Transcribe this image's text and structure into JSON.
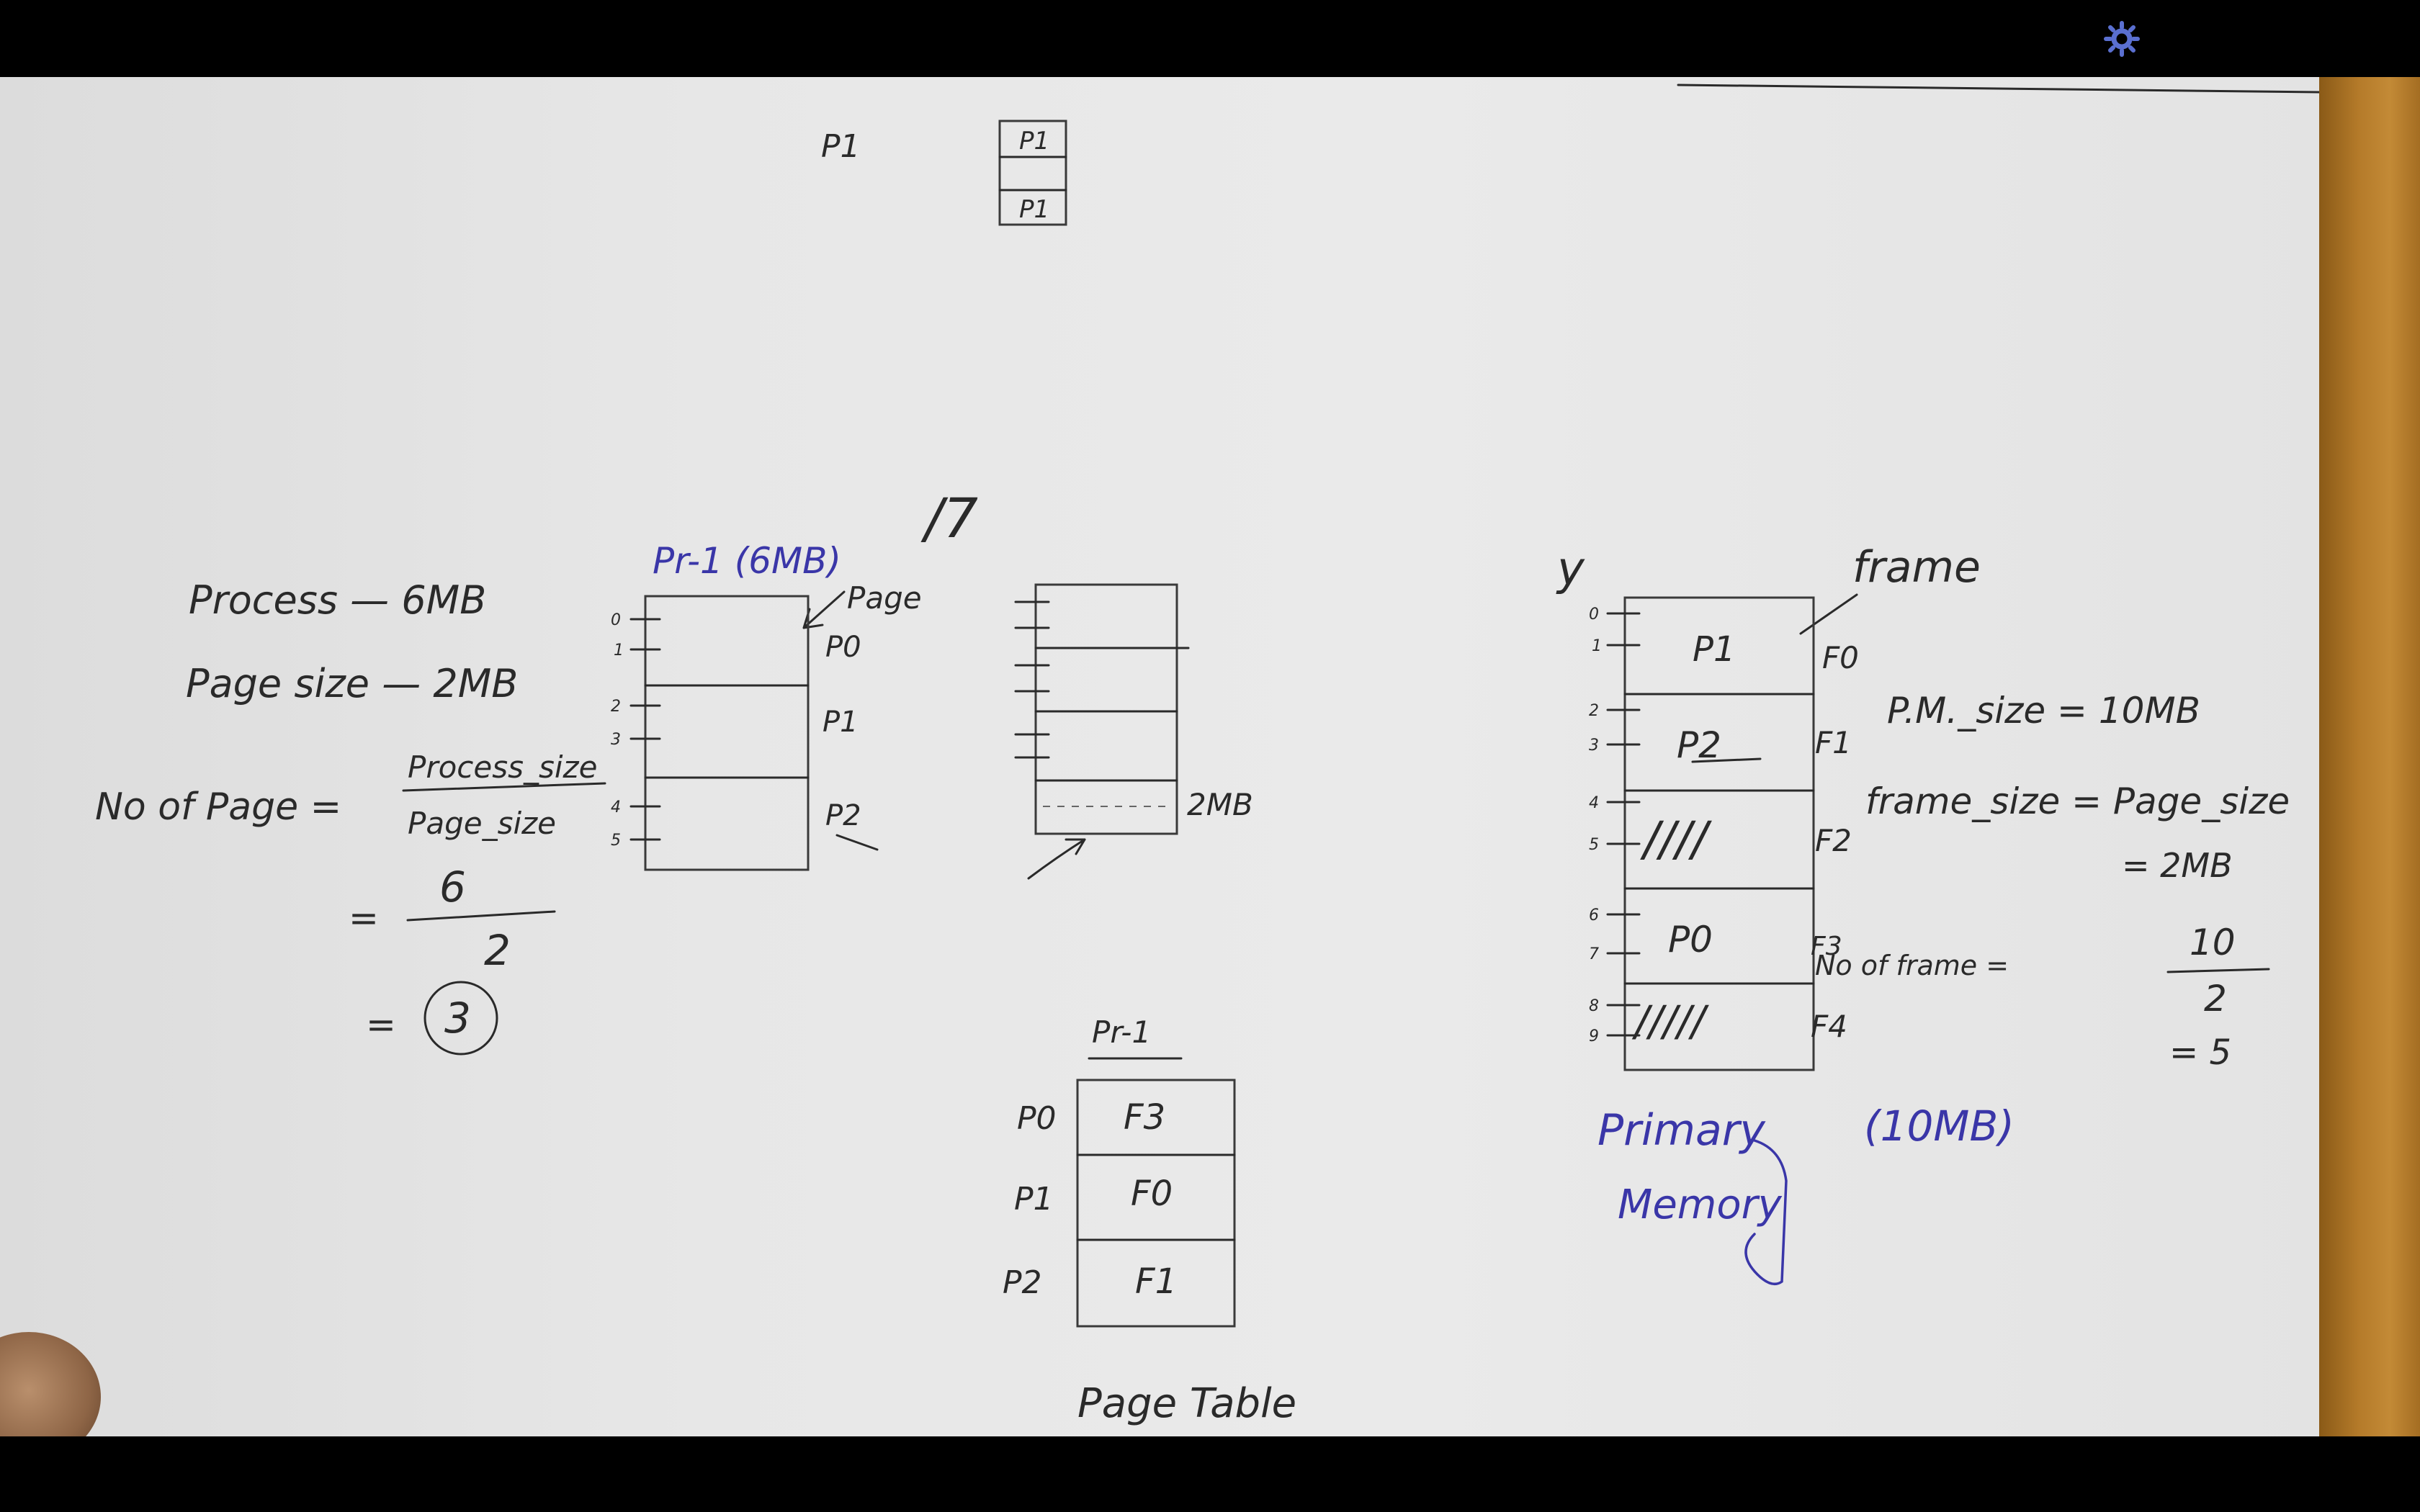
{
  "top": {
    "process_label": "P1",
    "page_block": [
      "P1",
      "P1"
    ]
  },
  "left_calc": {
    "process_line": "Process — 6MB",
    "page_size_line": "Page size — 2MB",
    "no_of_pages_label": "No of Page =",
    "fraction_num": "Process_size",
    "fraction_den": "Page_size",
    "value_num": "6",
    "value_den": "2",
    "eq1": "=",
    "eq2": "=",
    "result": "3"
  },
  "process_diagram": {
    "title": "Pr-1 (6MB)",
    "slash_seven": "/7",
    "page_arrow_label": "Page",
    "pages": [
      "P0",
      "P1",
      "P2"
    ],
    "ticks": [
      "0",
      "1",
      "2",
      "3",
      "4",
      "5"
    ]
  },
  "middle_diagram": {
    "size_label": "2MB"
  },
  "page_table": {
    "title": "Pr-1",
    "rows": [
      {
        "page": "P0",
        "frame": "F3"
      },
      {
        "page": "P1",
        "frame": "F0"
      },
      {
        "page": "P2",
        "frame": "F1"
      }
    ],
    "caption": "Page Table"
  },
  "memory": {
    "y_mark": "y",
    "frame_label": "frame",
    "frames": [
      {
        "content": "P1",
        "label": "F0"
      },
      {
        "content": "P2",
        "label": "F1"
      },
      {
        "content": "////",
        "label": "F2"
      },
      {
        "content": "P0",
        "label": "F3"
      },
      {
        "content": "/////",
        "label": "F4"
      }
    ],
    "ticks": [
      "0",
      "1",
      "2",
      "3",
      "4",
      "5",
      "6",
      "7",
      "8",
      "9"
    ],
    "caption_line1": "Primary",
    "caption_line2": "Memory",
    "caption_size": "(10MB)"
  },
  "right_calc": {
    "pm_size": "P.M._size = 10MB",
    "frame_size": "frame_size = Page_size",
    "frame_size_val": "= 2MB",
    "no_of_frame": "No of frame =",
    "nf_num": "10",
    "nf_den": "2",
    "nf_result": "= 5"
  },
  "colors": {
    "ink": "#2a2a2a",
    "blue_ink": "#3a36a8",
    "paper": "#e7e7e7"
  }
}
